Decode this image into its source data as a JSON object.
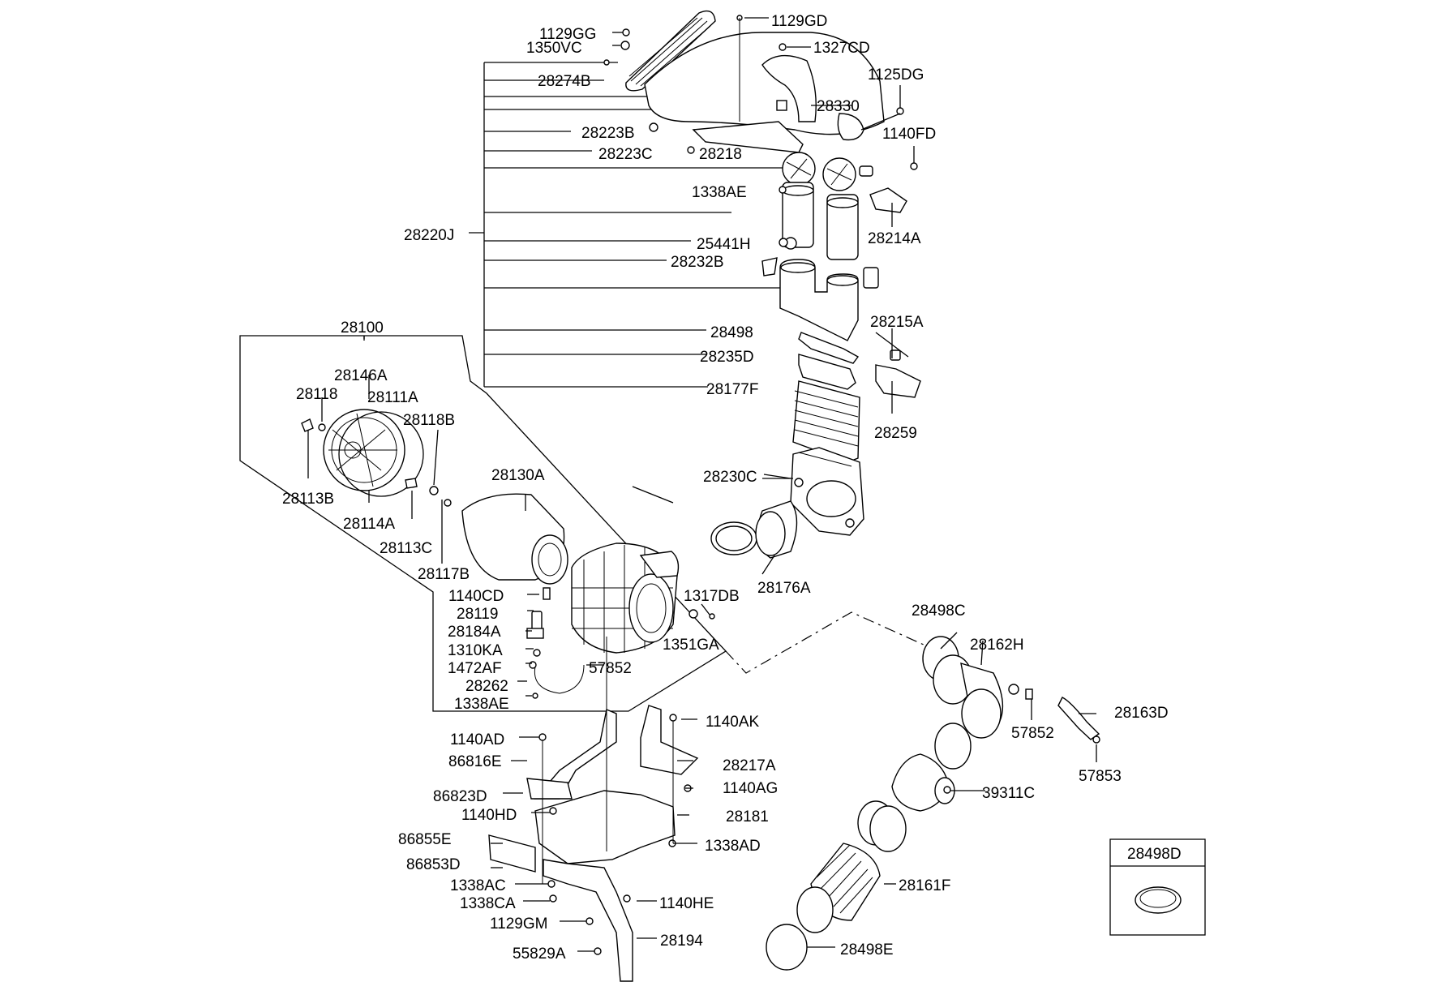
{
  "labels": {
    "l1129GG": "1129GG",
    "l1350VC": "1350VC",
    "l1129GD": "1129GD",
    "l1327CD": "1327CD",
    "l28274B": "28274B",
    "l1125DG": "1125DG",
    "l28330": "28330",
    "l1140FD": "1140FD",
    "l28223B": "28223B",
    "l28223C": "28223C",
    "l28218": "28218",
    "l1338AE_top": "1338AE",
    "l28214A": "28214A",
    "l28220J": "28220J",
    "l25441H": "25441H",
    "l28232B": "28232B",
    "l28215A": "28215A",
    "l28498": "28498",
    "l28235D": "28235D",
    "l28177F": "28177F",
    "l28259": "28259",
    "l28100": "28100",
    "l28146A": "28146A",
    "l28118": "28118",
    "l28111A": "28111A",
    "l28118B": "28118B",
    "l28230C": "28230C",
    "l28130A": "28130A",
    "l28113B": "28113B",
    "l28114A": "28114A",
    "l28113C": "28113C",
    "l28117B": "28117B",
    "l28176A": "28176A",
    "l1140CD": "1140CD",
    "l1317DB": "1317DB",
    "l28119": "28119",
    "l28498C": "28498C",
    "l28184A": "28184A",
    "l1351GA": "1351GA",
    "l28162H": "28162H",
    "l1310KA": "1310KA",
    "l1472AF": "1472AF",
    "l57852_a": "57852",
    "l28262": "28262",
    "l1338AE_bot": "1338AE",
    "l28163D": "28163D",
    "l57852_b": "57852",
    "l1140AK": "1140AK",
    "l57853": "57853",
    "l1140AD": "1140AD",
    "l86816E": "86816E",
    "l28217A": "28217A",
    "l86823D": "86823D",
    "l1140AG": "1140AG",
    "l39311C": "39311C",
    "l1140HD": "1140HD",
    "l28181": "28181",
    "l86855E": "86855E",
    "l1338AD": "1338AD",
    "l28498D": "28498D",
    "l86853D": "86853D",
    "l28161F": "28161F",
    "l1338AC": "1338AC",
    "l1338CA": "1338CA",
    "l1140HE": "1140HE",
    "l1129GM": "1129GM",
    "l28194": "28194",
    "l55829A": "55829A",
    "l28498E": "28498E"
  }
}
